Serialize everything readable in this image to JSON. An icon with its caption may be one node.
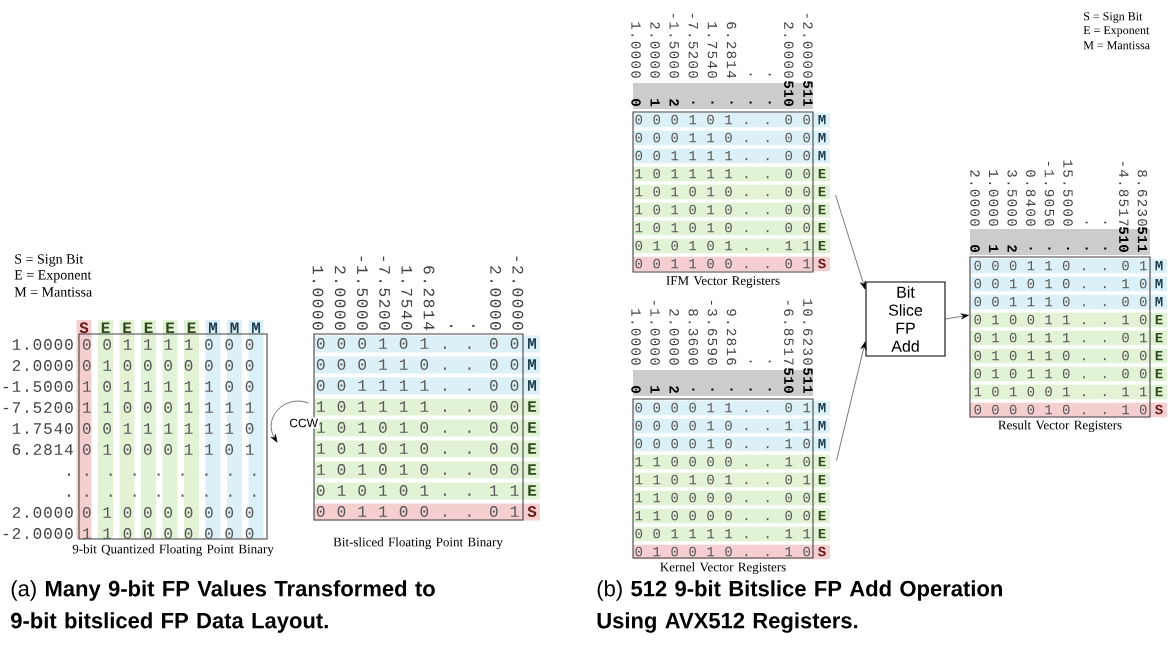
{
  "diagram": {
    "nodes": [
      {
        "text": [
          "0 0 1 1 1 1 0 0 0",
          "0 1 0 0 0 0 0 0 0",
          "1 0 1 1 1 1 1 0 0",
          "1 1 0 0 0 1 1 1 1",
          "0 0 1 1 1 1 1 1 0",
          "0 1 0 0 0 1 1 0 1",
          ". . . . . . . .",
          ". . . . . . . .",
          "0 1 0 0 0 0 0 0 0",
          "1 1 0 0 0 0 0 0 0"
        ],
        "beside": [
          "9-bit Quantized Floating Point Binary"
        ]
      },
      {
        "text": [
          "0 0 0 1 0 1 . . 0 0",
          "0 0 0 1 1 0 . . 0 0",
          "0 0 1 1 1 1 . . 0 0",
          "1 0 1 1 1 1 . . 0 0",
          "1 0 1 0 1 0 . . 0 0",
          "1 0 1 0 1 0 . . 0 0",
          "1 0 1 0 1 0 . . 0 0",
          "0 1 0 1 0 1 . . 1 1",
          "0 0 1 1 0 0 . . 0 1"
        ],
        "beside": [
          "Bit-sliced Floating Point Binary"
        ]
      },
      {
        "text": [
          "0 0 0 1 0 1 . . 0 0",
          "0 0 0 1 1 0 . . 0 0",
          "0 0 1 1 1 1 . . 0 0",
          "1 0 1 1 1 1 . . 0 0",
          "1 0 1 0 1 0 . . 0 0",
          "1 0 1 0 1 0 . . 0 0",
          "1 0 1 0 1 0 . . 0 0",
          "0 1 0 1 0 1 . . 1 1",
          "0 0 1 1 0 0 . . 0 1"
        ],
        "beside": [
          "IFM Vector Registers"
        ]
      },
      {
        "text": [
          "0 0 0 0 1 1 . . 0 1",
          "0 0 0 0 1 0 . . 1 1",
          "0 0 0 0 1 0 . . 1 0",
          "1 1 0 0 0 0 . . 1 0",
          "1 1 0 1 0 1 . . 0 1",
          "1 1 0 0 0 0 . . 0 0",
          "1 1 0 0 0 0 . . 0 0",
          "0 0 1 1 1 1 . . 1 1",
          "0 1 0 0 1 0 . . 1 0"
        ],
        "beside": [
          "Kernel Vector Registers"
        ]
      },
      {
        "text": [
          "Bit Slice FP Add"
        ]
      },
      {
        "text": [
          "0 0 0 1 1 0 . . 0 1",
          "0 0 1 0 1 0 . . 1 0",
          "0 0 1 1 1 0 . . 0 0",
          "0 1 0 0 1 1 . . 1 0",
          "0 1 0 1 1 1 . . 0 1",
          "0 1 0 1 1 0 . . 0 0",
          "0 1 0 1 1 0 . . 0 0",
          "1 0 1 0 0 1 . . 1 1",
          "0 0 0 0 1 0 . . 1 0"
        ],
        "beside": [
          "Result Vector Registers"
        ]
      }
    ],
    "edges": [
      {
        "from": 1,
        "to": 0,
        "arrow": "to",
        "label": "CCW"
      },
      {
        "from": 2,
        "to": 4,
        "arrow": "to"
      },
      {
        "from": 3,
        "to": 4,
        "arrow": "to"
      },
      {
        "from": 4,
        "to": 5,
        "arrow": "to"
      }
    ],
    "labels": [
      "S = Sign Bit",
      "E = Exponent",
      "M = Mantissa",
      "S",
      "E",
      "E",
      "E",
      "E",
      "E",
      "M",
      "M",
      "M",
      "1.0000",
      "2.0000",
      "-1.5000",
      "-7.5200",
      "1.7540",
      "6.2814",
      ".",
      ".",
      "2.0000",
      "-2.0000",
      "1.0000",
      "2.0000",
      "-1.5000",
      "-7.5200",
      "1.7540",
      "6.2814",
      ".",
      ".",
      "2.0000",
      "-2.0000",
      "M",
      "M",
      "M",
      "E",
      "E",
      "E",
      "E",
      "E",
      "S",
      "S = Sign Bit",
      "E = Exponent",
      "M = Mantissa",
      "1.0000",
      "2.0000",
      "-1.5000",
      "-7.5200",
      "1.7540",
      "6.2814",
      ".",
      ".",
      "2.0000",
      "-2.0000",
      "0",
      "1",
      "2",
      ".",
      ".",
      ".",
      ".",
      ".",
      "510",
      "511",
      "M",
      "M",
      "M",
      "E",
      "E",
      "E",
      "E",
      "E",
      "S",
      "1.0000",
      "-1.0000",
      "2.0000",
      "8.3600",
      "-3.6590",
      "9.2816",
      ".",
      ".",
      "-6.8517",
      "10.6230",
      "0",
      "1",
      "2",
      ".",
      ".",
      ".",
      ".",
      ".",
      "510",
      "511",
      "M",
      "M",
      "M",
      "E",
      "E",
      "E",
      "E",
      "E",
      "S",
      "2.0000",
      "1.0000",
      "3.5000",
      "0.8400",
      "-1.9050",
      "15.5000",
      ".",
      ".",
      "-4.8517",
      "8.6230",
      "0",
      "1",
      "2",
      ".",
      ".",
      ".",
      ".",
      ".",
      "510",
      "511",
      "M",
      "M",
      "M",
      "E",
      "E",
      "E",
      "E",
      "E",
      "S",
      "(a) **Many 9-bit FP Values Transformed to 9-bit bitsliced FP Data Layout.**",
      "(b) **512 9-bit Bitslice FP Add Operation Using AVX512 Registers.**"
    ]
  }
}
